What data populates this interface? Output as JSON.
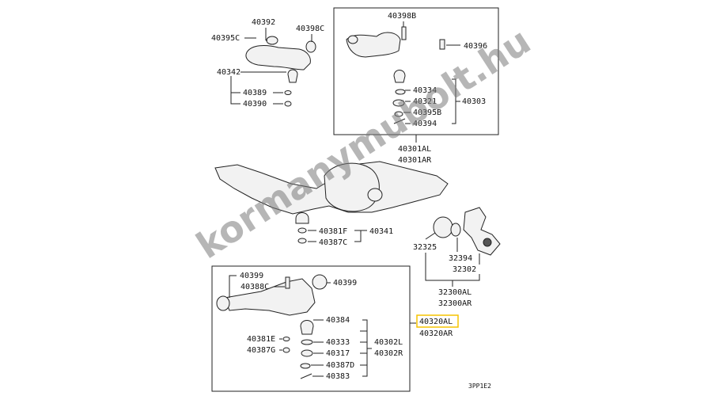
{
  "highlight_color": "#f5c400",
  "watermark": "kormanymubolt.hu",
  "diagram_code": "3PP1E2",
  "upper_left": {
    "p40392": "40392",
    "p40395C": "40395C",
    "p40398C": "40398C",
    "p40342": "40342",
    "p40389": "40389",
    "p40390": "40390"
  },
  "upper_box": {
    "p40398B": "40398B",
    "p40396": "40396",
    "p40334": "40334",
    "p40321": "40321",
    "p40303": "40303",
    "p40395B": "40395B",
    "p40394": "40394"
  },
  "frame": {
    "p40301AL": "40301AL",
    "p40301AR": "40301AR",
    "p40381F": "40381F",
    "p40341": "40341",
    "p40387C": "40387C"
  },
  "knuckle": {
    "p32325": "32325",
    "p32394": "32394",
    "p32302": "32302",
    "p32300AL": "32300AL",
    "p32300AR": "32300AR"
  },
  "lower_box": {
    "p40399a": "40399",
    "p40388C": "40388C",
    "p40399b": "40399",
    "p40384": "40384",
    "p40381E": "40381E",
    "p40333": "40333",
    "p40302L": "40302L",
    "p40387G": "40387G",
    "p40317": "40317",
    "p40302R": "40302R",
    "p40387D": "40387D",
    "p40383": "40383",
    "p40320AL": "40320AL",
    "p40320AR": "40320AR"
  }
}
